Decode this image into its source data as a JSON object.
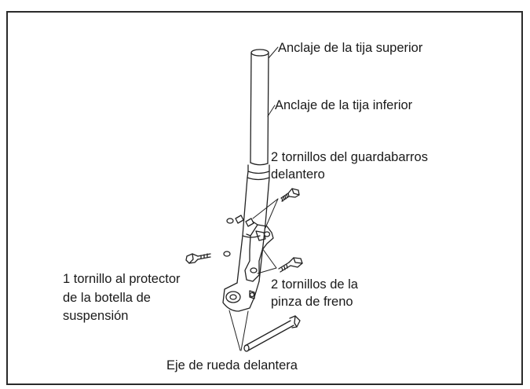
{
  "labels": {
    "top_clamp": "Anclaje de la tija superior",
    "lower_clamp": "Anclaje de la tija inferior",
    "fender_bolts_line1": "2 tornillos del guardabarros",
    "fender_bolts_line2": "delantero",
    "protector_bolt_line1": "1 tornillo al protector",
    "protector_bolt_line2": "de la botella de",
    "protector_bolt_line3": "suspensión",
    "caliper_bolts_line1": "2 tornillos de la",
    "caliper_bolts_line2": "pinza de freno",
    "axle": "Eje de rueda delantera"
  }
}
